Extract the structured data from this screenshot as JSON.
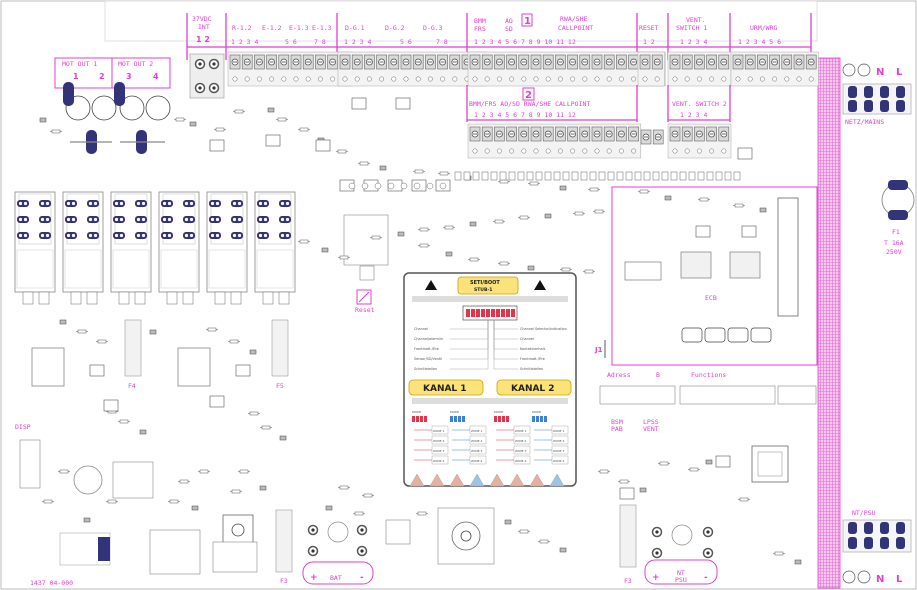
{
  "headers": {
    "v37": "37VDC",
    "int": "INT",
    "int_pins": "1 2",
    "r12": "R-1.2",
    "r12_pins": "1 2 3 4",
    "e12": "E-1.2",
    "e12_pins": "5 6",
    "e13": "E-1.3",
    "e13_pins": "7 8",
    "dg1": "D-G.1",
    "dg1_pins": "1 2 3 4",
    "dg2": "D-G.2",
    "dg2_pins": "5 6",
    "dg3": "D-G.3",
    "dg3_pins": "7 8",
    "bmm1": "BMM",
    "fire1": "FRS",
    "ao1": "AO",
    "sd1": "SD",
    "k1": "1",
    "rwa1": "RWA/SHE",
    "call1": "CALLPOINT",
    "call1_pins": "1 2 3 4 5 6 7 8 9 10 11 12",
    "reset": "RESET",
    "reset_pins": "1 2",
    "vent1a": "VENT.",
    "vent1b": "SWITCH 1",
    "vent1_pins": "1 2 3 4",
    "ups": "URM/WRG",
    "ups_pins": "1 2 3 4 5 6",
    "k2": "2",
    "row2_labels": "BMM/FRS  AO/SD  RWA/SHE CALLPOINT",
    "row2_pins": "1 2 3 4 5 6 7 8 9 10 11 12",
    "vent2": "VENT. SWITCH 2",
    "vent2_pins": "1 2 3 4"
  },
  "motor": {
    "a": "MOT OUT 1",
    "b": "MOT OUT 2",
    "p1": "1",
    "p2": "2",
    "p3": "3",
    "p4": "4"
  },
  "mains": {
    "n": "N",
    "l": "L",
    "label": "NETZ/MAINS"
  },
  "fuse": {
    "f1": "F1",
    "rating1": "T 16A",
    "rating2": "250V"
  },
  "ecb": "ECB",
  "j1": "J1",
  "adress": "Adress",
  "adress_val": "B",
  "functions": "Functions",
  "reset_btn": "Reset",
  "disp": "DISP",
  "fuses": {
    "f4": "F4",
    "f5": "F5",
    "f3a": "F3",
    "f3b": "F3"
  },
  "bat": {
    "plus": "+",
    "label": "BAT",
    "minus": "-"
  },
  "nt": {
    "plus": "+",
    "label1": "NT",
    "label2": "PSU",
    "minus": "-"
  },
  "ntpsu_top": "NT/PSU",
  "lower": {
    "a1": "BSM",
    "a2": "PAB",
    "b1": "LPSS",
    "b2": "VENT"
  },
  "module": {
    "top_label1": "SETI/BOOT",
    "top_label2": "STUB-1",
    "kanal1": "KANAL 1",
    "kanal2": "KANAL 2",
    "rows_left": [
      "Channel",
      "Channel/alarm/in",
      "Frontmatt./Fire",
      "Sensor/SD/Ventil",
      "Schnittstellen"
    ],
    "rows_right": [
      "Channel Selector/Indication",
      "Channel",
      "Kontaktverhalt.",
      "Frontmatt./Fire",
      "Schnittstellen"
    ],
    "table_rows": [
      "ZONE 1",
      "ZONE 2",
      "ZONE 3",
      "ZONE 4"
    ],
    "mode_label": "MODE"
  },
  "part_no": "1437 04-000"
}
